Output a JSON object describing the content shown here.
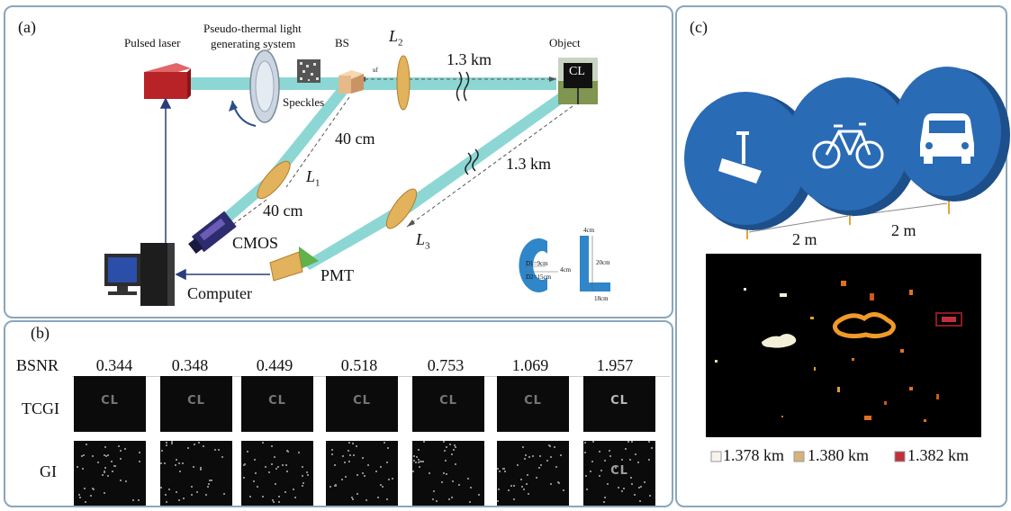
{
  "panel_a": {
    "label": "(a)",
    "pulsed_laser": "Pulsed laser",
    "pseudo_thermal_line1": "Pseudo-thermal light",
    "pseudo_thermal_line2": "generating system",
    "bs": "BS",
    "l2": "L",
    "l2_sub": "2",
    "distance_top": "1.3 km",
    "object": "Object",
    "object_text": "CL",
    "speckles": "Speckles",
    "dist_40cm_right": "40 cm",
    "l1": "L",
    "l1_sub": "1",
    "dist_40cm_left": "40 cm",
    "distance_diag": "1.3 km",
    "cmos": "CMOS",
    "l3": "L",
    "l3_sub": "3",
    "pmt": "PMT",
    "computer": "Computer",
    "f_label": "uf",
    "dim_labels": [
      "4cm",
      "20cm",
      "D1=9cm",
      "D2=15cm",
      "4cm",
      "18cm"
    ]
  },
  "panel_b": {
    "label": "(b)",
    "row_header_bsnr": "BSNR",
    "row_header_tcgi": "TCGI",
    "row_header_gi": "GI",
    "bsnr_values": [
      "0.344",
      "0.348",
      "0.449",
      "0.518",
      "0.753",
      "1.069",
      "1.957"
    ],
    "tcgi_text": "CL",
    "gi_last_text": "CL"
  },
  "panel_c": {
    "label": "(c)",
    "spacing_left": "2 m",
    "spacing_right": "2 m",
    "legend": [
      {
        "label": "1.378 km",
        "color": "#f7f4ee"
      },
      {
        "label": "1.380 km",
        "color": "#d4b47a"
      },
      {
        "label": "1.382 km",
        "color": "#c0303a"
      }
    ]
  },
  "colors": {
    "panel_border": "#8aa6bd",
    "beam": "#7fd3cf",
    "sign_blue": "#2a6bb5"
  }
}
